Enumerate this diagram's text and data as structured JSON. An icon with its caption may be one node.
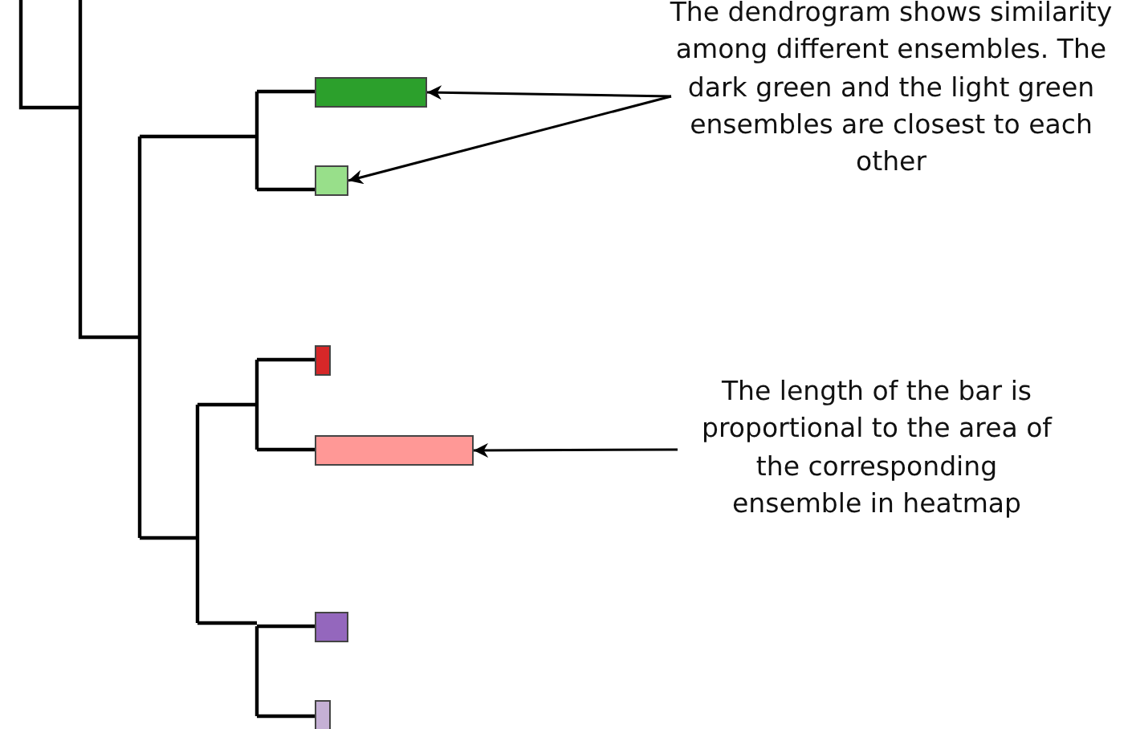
{
  "diagram": {
    "nodes": [
      {
        "text": [
          "The dendrogram shows similarity among different ensembles. The dark green and the light green ensembles are closest to each other"
        ]
      },
      {
        "text": [],
        "shape": "bar"
      },
      {
        "text": [],
        "shape": "bar"
      },
      {
        "text": [],
        "shape": "bar"
      },
      {
        "text": [
          "The length of the bar is proportional to the area of the corresponding ensemble in heatmap"
        ]
      },
      {
        "text": [],
        "shape": "bar"
      },
      {
        "text": [],
        "shape": "bar"
      },
      {
        "text": [],
        "shape": "bar"
      }
    ],
    "edges": [
      {
        "from": 0,
        "to": 1,
        "arrow": "to"
      },
      {
        "from": 0,
        "to": 2,
        "arrow": "to"
      },
      {
        "from": 4,
        "to": 5,
        "arrow": "to"
      }
    ]
  }
}
